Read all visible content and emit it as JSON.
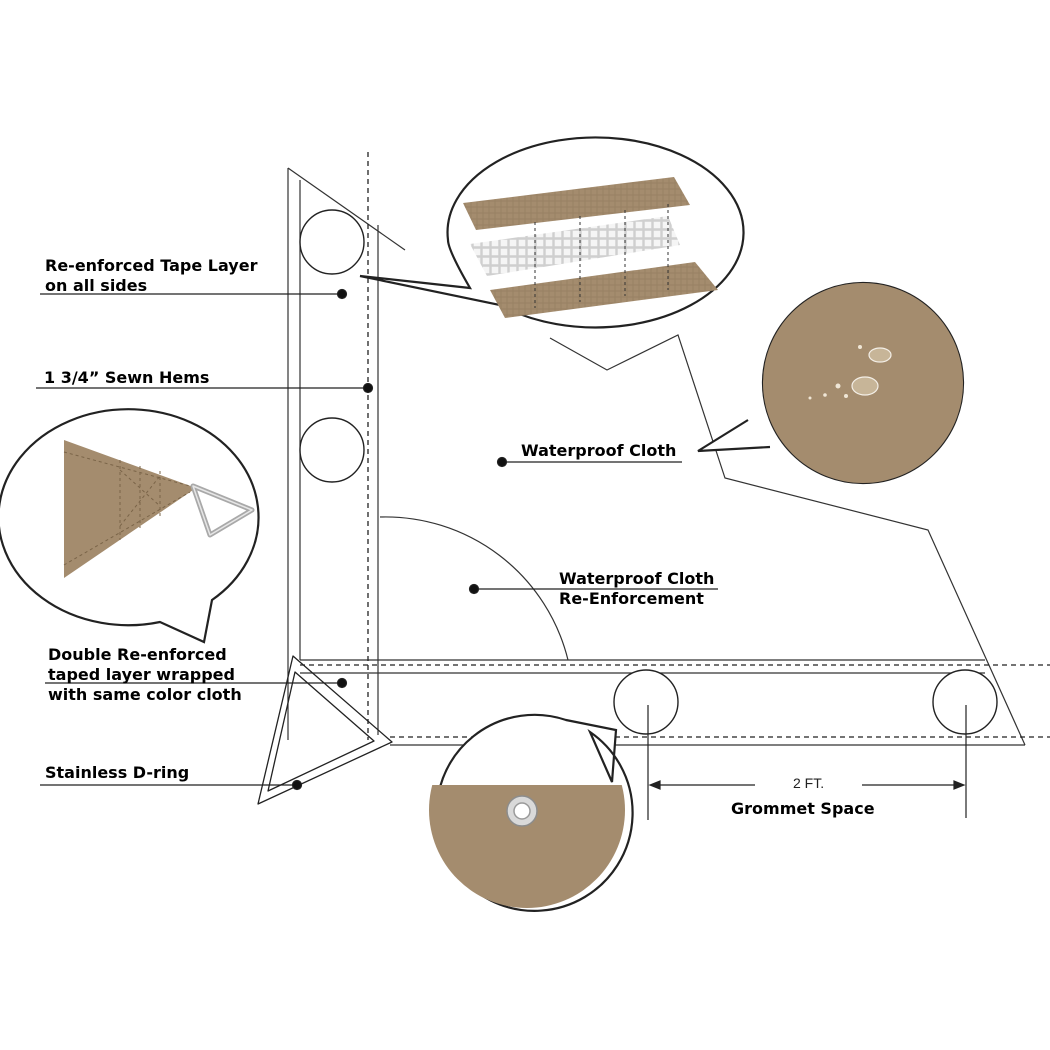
{
  "labels": {
    "tape_layer": [
      "Re-enforced Tape Layer",
      "on all sides"
    ],
    "sewn_hems": "1 3/4” Sewn Hems",
    "waterproof_cloth": "Waterproof Cloth",
    "reinforcement": [
      "Waterproof Cloth",
      "Re-Enforcement"
    ],
    "double_reinforced": [
      "Double Re-enforced",
      "taped layer wrapped",
      "with same color cloth"
    ],
    "d_ring": "Stainless D-ring",
    "grommet_distance": "2 FT.",
    "grommet_space": "Grommet Space"
  },
  "colors": {
    "fabric": "#a48c6e",
    "fabric_dark": "#8a7458",
    "line": "#333333",
    "mesh": "#e8e8e8",
    "ring": "#bdbdbd"
  },
  "icons": [
    "d-ring-icon",
    "grommet-icon",
    "water-drop-icon",
    "mesh-layer-icon"
  ]
}
